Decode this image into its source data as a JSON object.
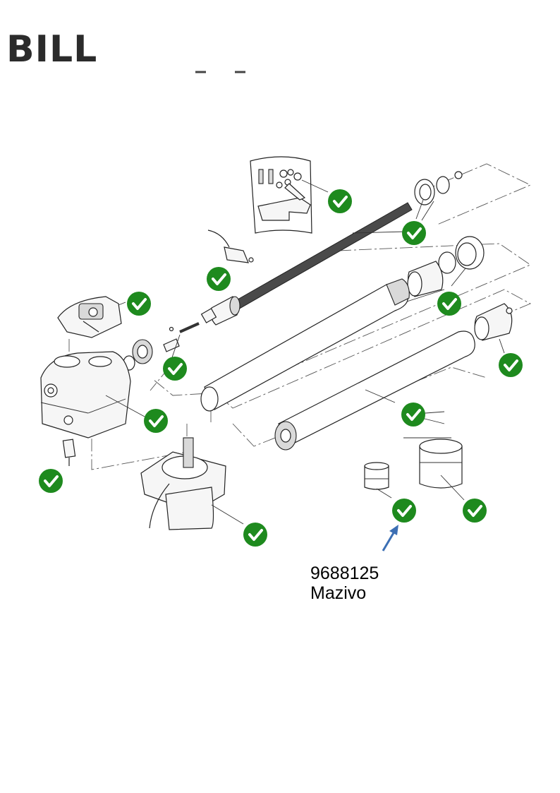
{
  "brand": {
    "title": "BILL"
  },
  "callout": {
    "code": "9688125",
    "name": "Mazivo"
  },
  "colors": {
    "check_fill": "#1e8a1e",
    "arrow": "#3c6fb4"
  },
  "check_icon": "check-circle-icon",
  "parts": [
    "mounting-kit",
    "screw-seals",
    "cable-sensor",
    "lead-screw",
    "nut-housing-seals",
    "end-cap",
    "top-cover",
    "gear-pin",
    "gearbox-housing",
    "outer-tube",
    "inner-tube",
    "limit-switch",
    "motor",
    "small-grease-jar",
    "large-grease-jar"
  ]
}
